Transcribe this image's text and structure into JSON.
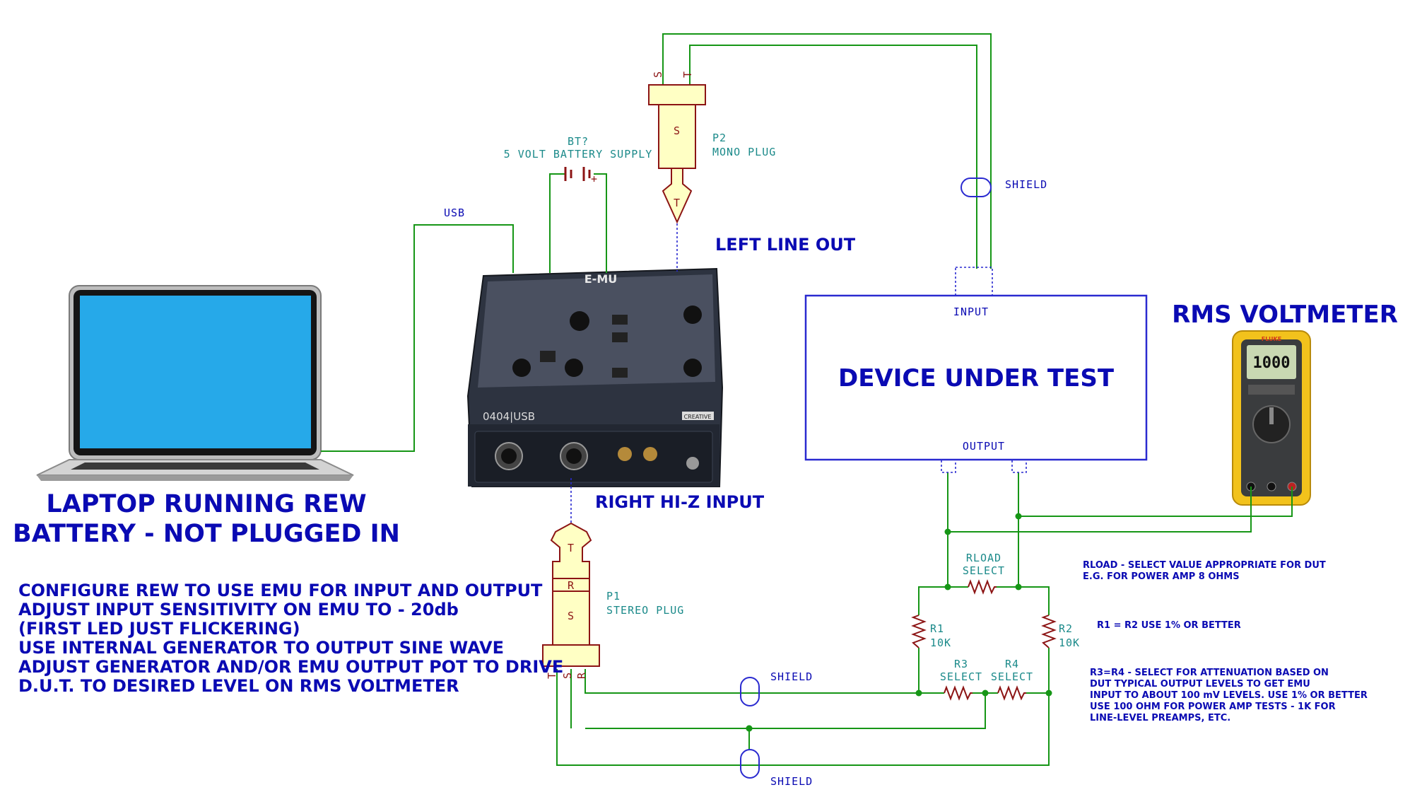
{
  "headings": {
    "laptop_line1": "LAPTOP RUNNING REW",
    "laptop_line2": "BATTERY - NOT PLUGGED IN",
    "left_line_out": "LEFT LINE OUT",
    "right_hiz_input": "RIGHT HI-Z INPUT",
    "rms_voltmeter": "RMS VOLTMETER",
    "dut": "DEVICE UNDER TEST"
  },
  "instructions": [
    "CONFIGURE REW TO USE EMU FOR INPUT AND OUTPUT",
    "ADJUST INPUT SENSITIVITY ON EMU TO - 20db",
    "(FIRST LED JUST FLICKERING)",
    "USE INTERNAL GENERATOR TO OUTPUT SINE WAVE",
    "ADJUST GENERATOR AND/OR EMU OUTPUT POT TO DRIVE",
    "D.U.T. TO DESIRED LEVEL ON RMS VOLTMETER"
  ],
  "labels": {
    "usb": "USB",
    "battery_ref": "BT?",
    "battery_value": "5 VOLT BATTERY SUPPLY",
    "battery_plus": "+",
    "p2_ref": "P2",
    "p2_value": "MONO PLUG",
    "p1_ref": "P1",
    "p1_value": "STEREO PLUG",
    "shield": "SHIELD",
    "input": "INPUT",
    "output": "OUTPUT",
    "rload_ref": "RLOAD",
    "rload_value": "SELECT",
    "r1_ref": "R1",
    "r1_value": "10K",
    "r2_ref": "R2",
    "r2_value": "10K",
    "r3_ref": "R3",
    "r3_value": "SELECT",
    "r4_ref": "R4",
    "r4_value": "SELECT"
  },
  "pins": {
    "mono_s": "S",
    "mono_t": "T",
    "stereo_t": "T",
    "stereo_r": "R",
    "stereo_s": "S"
  },
  "notes": {
    "rload_line1": "RLOAD - SELECT VALUE APPROPRIATE FOR DUT",
    "rload_line2": "E.G. FOR POWER AMP 8 OHMS",
    "r1r2": "R1 = R2 USE 1% OR BETTER",
    "r3r4_lines": [
      "R3=R4 - SELECT FOR ATTENUATION BASED ON",
      "DUT TYPICAL OUTPUT LEVELS TO GET EMU",
      "INPUT TO ABOUT 100 mV LEVELS. USE 1% OR BETTER",
      "USE 100 OHM FOR POWER AMP TESTS - 1K FOR",
      "LINE-LEVEL PREAMPS, ETC."
    ]
  },
  "emu": {
    "brand": "E-MU",
    "model": "0404|USB",
    "maker": "CREATIVE"
  },
  "voltmeter": {
    "brand": "FLUKE",
    "reading": "1000"
  },
  "colors": {
    "heading": "#0a0ab3",
    "label_teal": "#1b8a8a",
    "wire": "#169616",
    "component": "#8c1414",
    "plug_fill": "#ffffc4"
  }
}
